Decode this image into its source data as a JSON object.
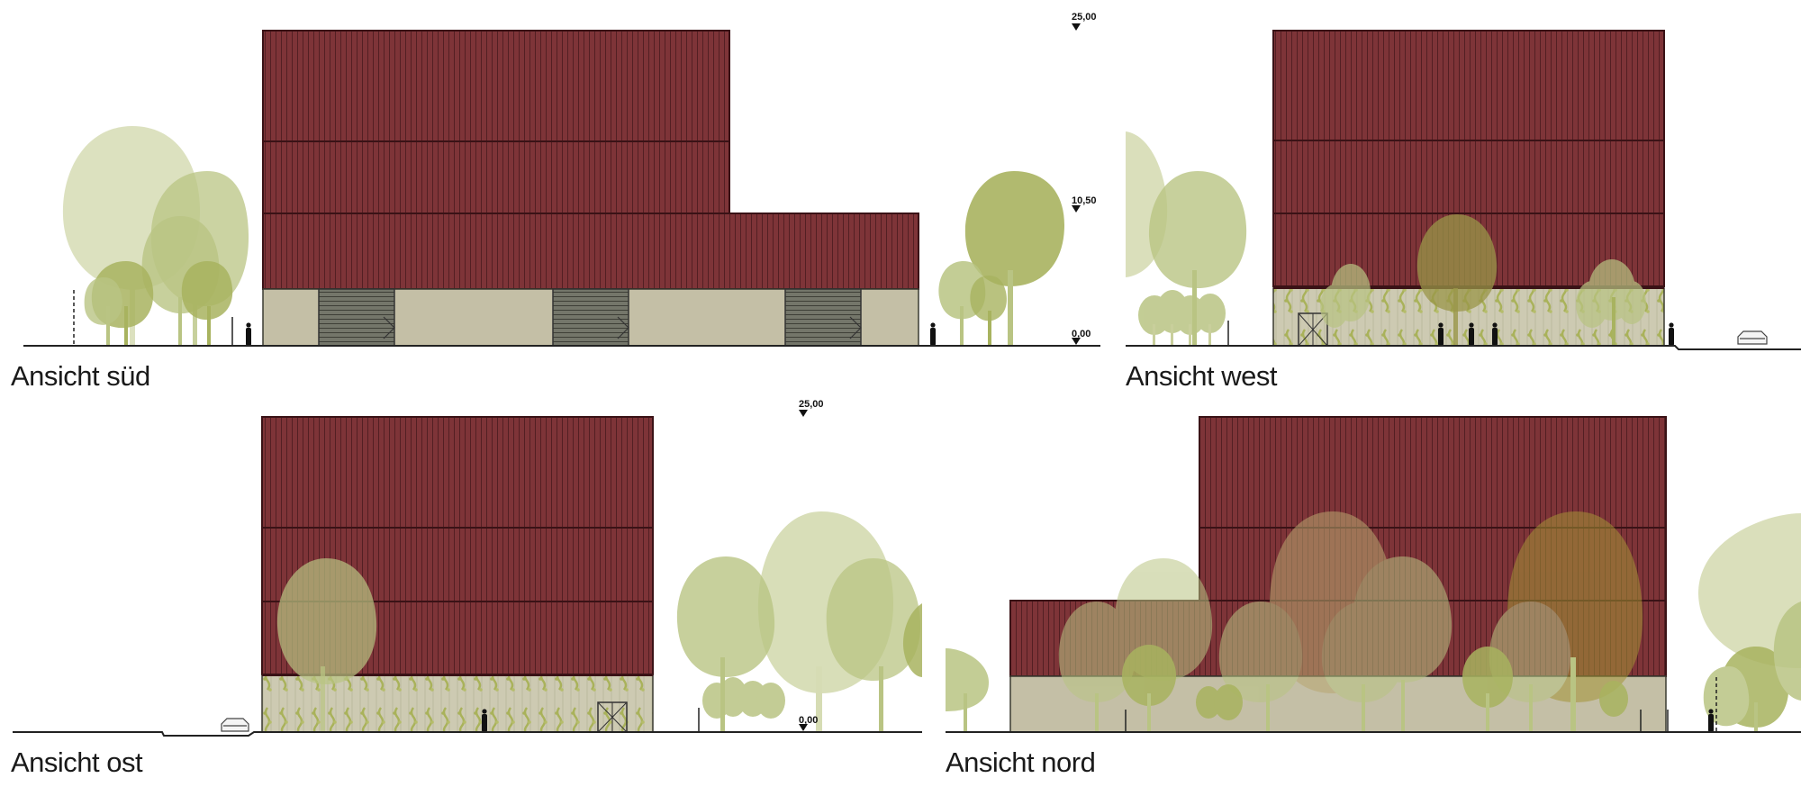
{
  "views": [
    {
      "id": "sued",
      "title": "Ansicht süd",
      "levels": [
        "25,00",
        "10,50",
        "0,00"
      ]
    },
    {
      "id": "west",
      "title": "Ansicht west",
      "levels": []
    },
    {
      "id": "ost",
      "title": "Ansicht ost",
      "levels": [
        "25,00",
        "0,00"
      ]
    },
    {
      "id": "nord",
      "title": "Ansicht nord",
      "levels": []
    }
  ],
  "colors": {
    "facade_red": "#7e3438",
    "facade_line": "#4a1a1e",
    "plinth": "#c4bfa6",
    "plinth_ivy": "#c9c7ae",
    "door_grey": "#6e7064",
    "tree_light": "#d6dcb4",
    "tree_mid": "#b9c483",
    "tree_dark": "#a8b35f",
    "tree_olive": "#9a9648",
    "ground": "#222222"
  },
  "icons": [
    "person-figure-icon",
    "car-icon",
    "level-marker-icon"
  ]
}
